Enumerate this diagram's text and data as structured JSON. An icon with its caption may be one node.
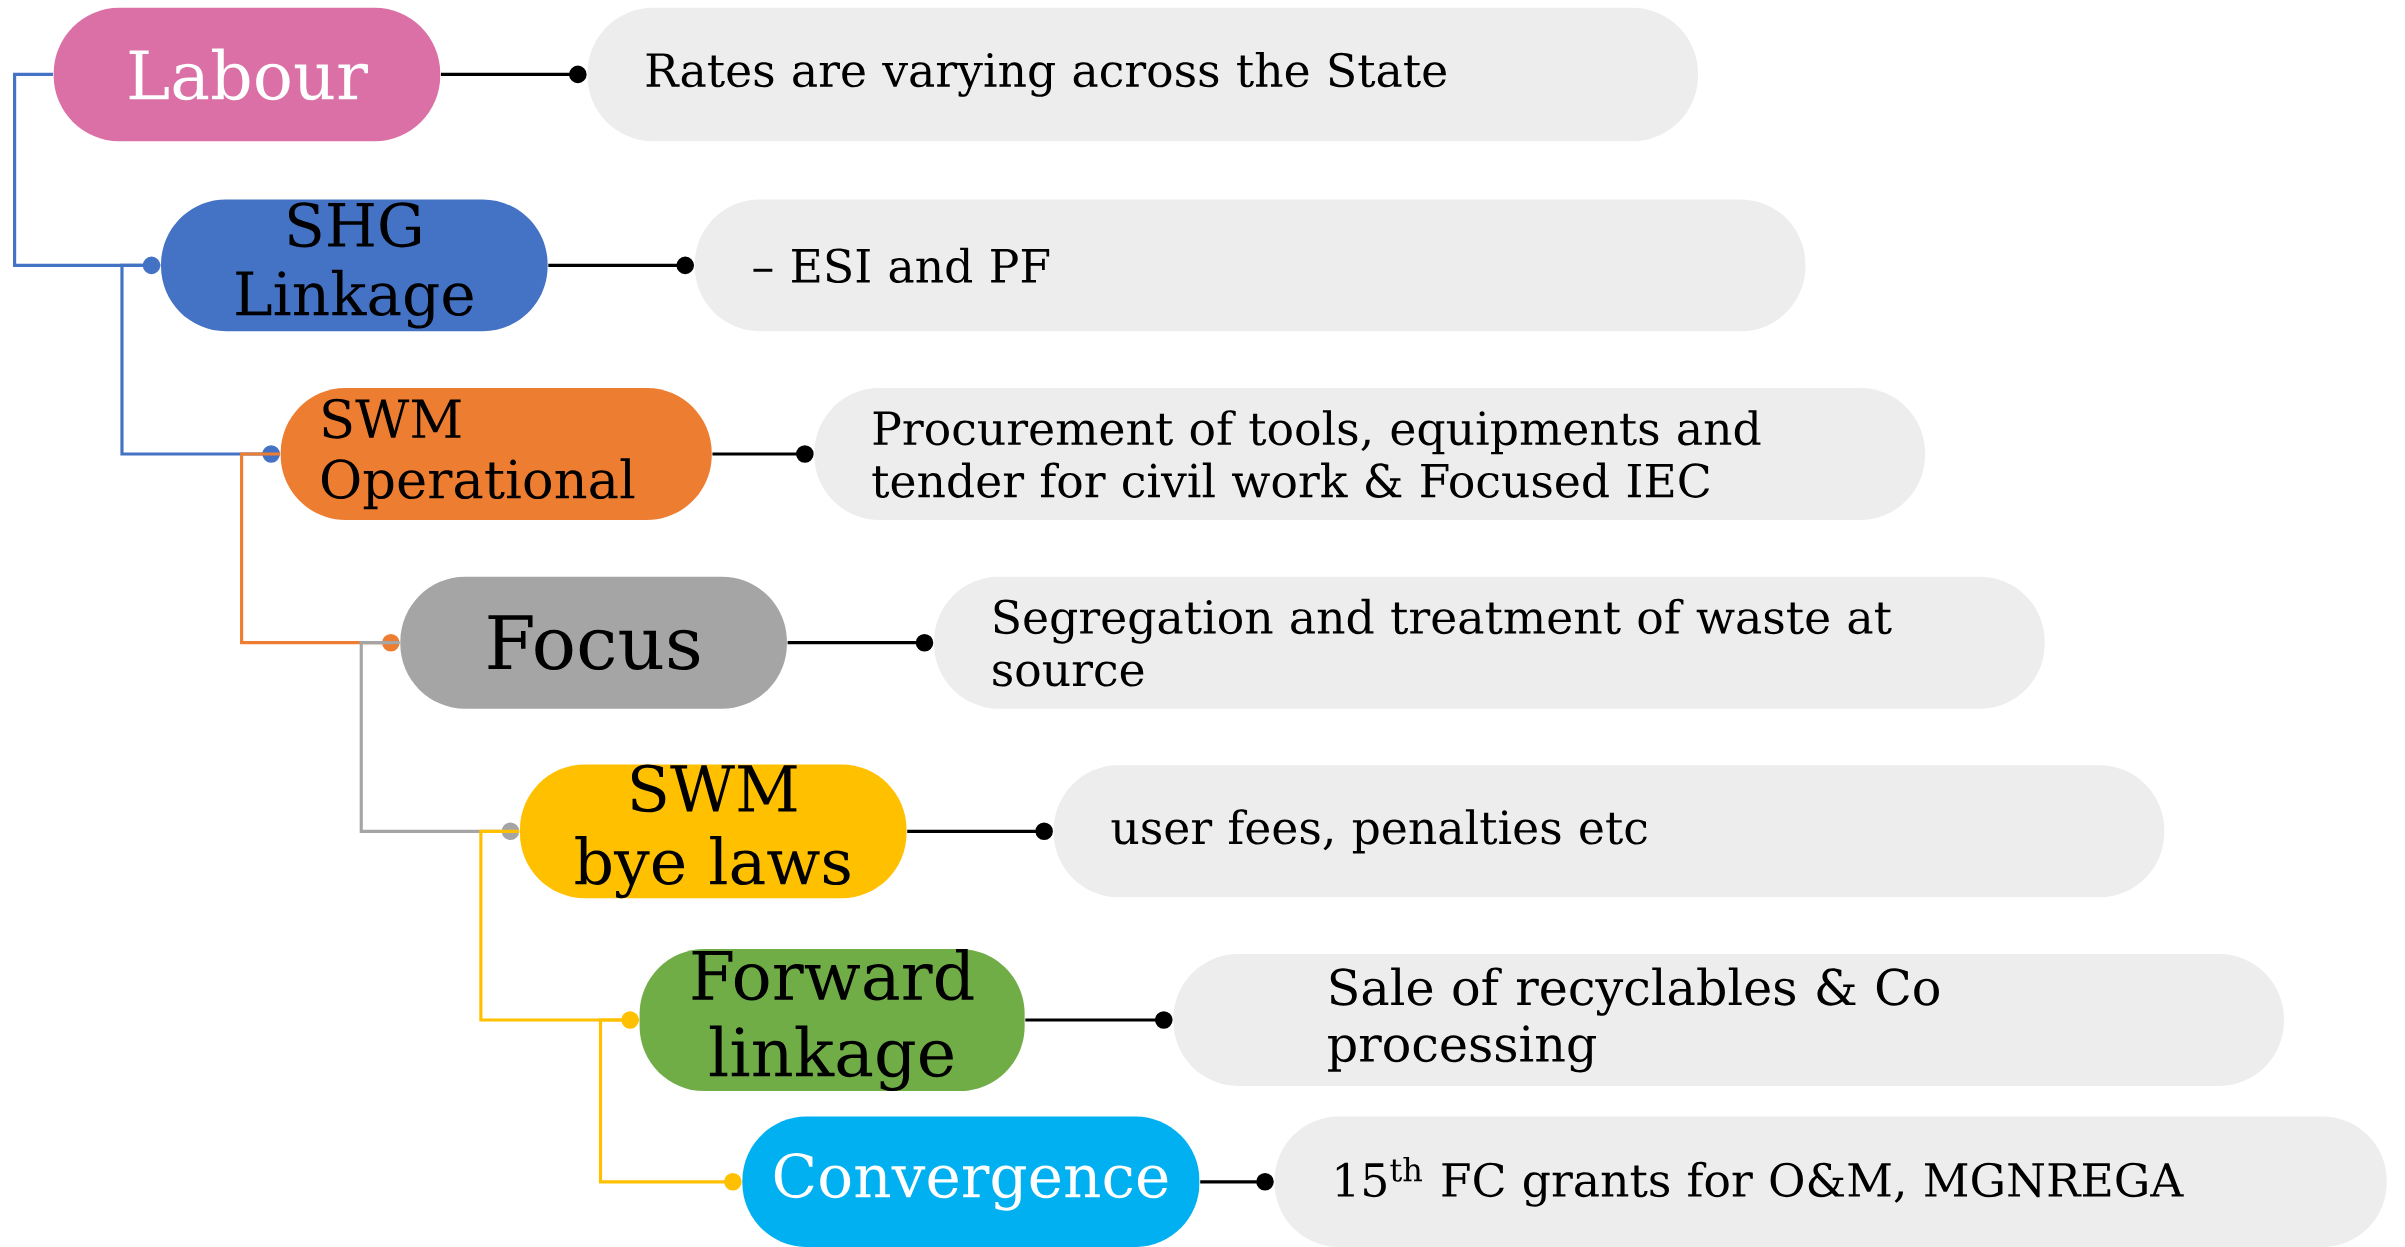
{
  "diagram": {
    "nodes": [
      {
        "text": [
          "Labour"
        ]
      },
      {
        "text": [
          "Rates are varying across the State"
        ]
      },
      {
        "text": [
          "SHG Linkage"
        ]
      },
      {
        "text": [
          "– ESI and PF"
        ]
      },
      {
        "text": [
          "SWM Operational"
        ]
      },
      {
        "text": [
          "Procurement of tools, equipments and tender for civil work & Focused IEC"
        ]
      },
      {
        "text": [
          "Focus"
        ]
      },
      {
        "text": [
          "Segregation and treatment of waste at source"
        ]
      },
      {
        "text": [
          "SWM bye laws"
        ]
      },
      {
        "text": [
          "user fees, penalties etc"
        ]
      },
      {
        "text": [
          "Forward linkage"
        ]
      },
      {
        "text": [
          "Sale of recyclables & Co processing"
        ]
      },
      {
        "text": [
          "Convergence"
        ]
      },
      {
        "text": [
          "15$^{th}$ FC grants for O&M, MGNREGA"
        ]
      }
    ],
    "edges": [
      {
        "from": 0,
        "to": 1,
        "arrow": "other"
      },
      {
        "from": 0,
        "to": 2,
        "arrow": "other",
        "color": "#4472c4"
      },
      {
        "from": 2,
        "to": 3,
        "arrow": "other"
      },
      {
        "from": 2,
        "to": 4,
        "arrow": "other",
        "color": "#4472c4"
      },
      {
        "from": 4,
        "to": 5,
        "arrow": "other"
      },
      {
        "from": 4,
        "to": 6,
        "arrow": "other",
        "color": "#ed7d31"
      },
      {
        "from": 6,
        "to": 7,
        "arrow": "other"
      },
      {
        "from": 6,
        "to": 8,
        "arrow": "other",
        "color": "#a5a5a5"
      },
      {
        "from": 8,
        "to": 9,
        "arrow": "other"
      },
      {
        "from": 8,
        "to": 10,
        "arrow": "other",
        "color": "#ffc000"
      },
      {
        "from": 10,
        "to": 11,
        "arrow": "other"
      },
      {
        "from": 10,
        "to": 12,
        "arrow": "other",
        "color": "#ffc000"
      },
      {
        "from": 12,
        "to": 13,
        "arrow": "other"
      }
    ]
  }
}
